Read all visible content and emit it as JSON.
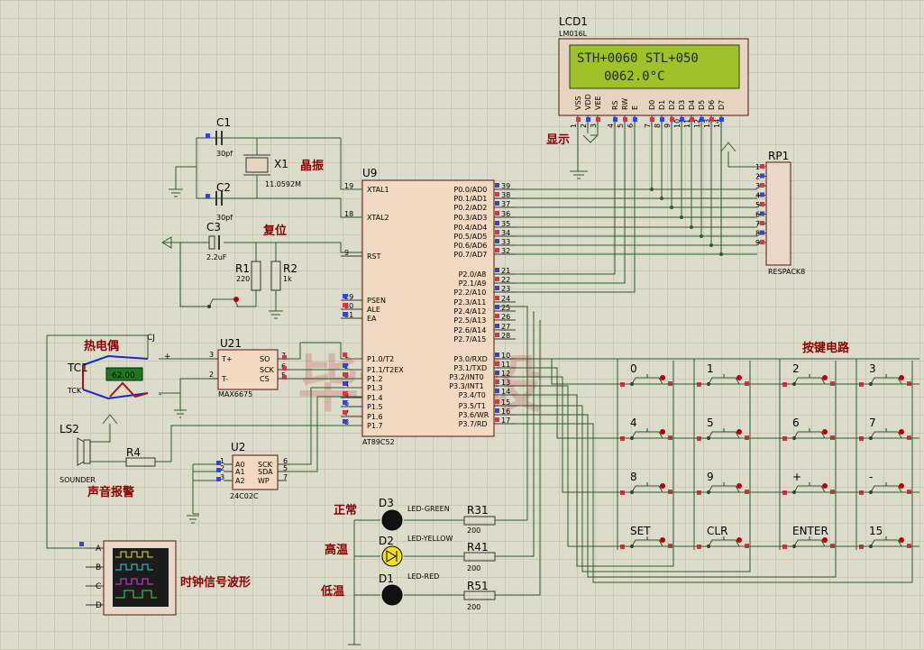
{
  "watermark": "毕设课设",
  "lcd": {
    "ref": "LCD1",
    "model": "LM016L",
    "line1": "STH+0060 STL+050",
    "line2": "0062.0°C",
    "pin_names": [
      "VSS",
      "VDD",
      "VEE",
      "RS",
      "RW",
      "E",
      "D0",
      "D1",
      "D2",
      "D3",
      "D4",
      "D5",
      "D6",
      "D7"
    ],
    "pin_nums": [
      "1",
      "2",
      "3",
      "4",
      "5",
      "6",
      "7",
      "8",
      "9",
      "10",
      "11",
      "12",
      "13",
      "14"
    ]
  },
  "labels": {
    "display": "显示",
    "crystal": "晶振",
    "reset": "复位",
    "thermocouple": "热电偶",
    "sound_alarm": "声音报警",
    "clock_wave": "时钟信号波形",
    "keypad": "按键电路",
    "normal": "正常",
    "high_temp": "高温",
    "low_temp": "低温"
  },
  "mcu": {
    "ref": "U9",
    "model": "AT89C52",
    "left_pins": [
      {
        "num": "19",
        "name": "XTAL1"
      },
      {
        "num": "18",
        "name": "XTAL2"
      },
      {
        "num": "9",
        "name": "RST"
      },
      {
        "num": "29",
        "name": "PSEN"
      },
      {
        "num": "30",
        "name": "ALE"
      },
      {
        "num": "31",
        "name": "EA"
      },
      {
        "num": "1",
        "name": "P1.0/T2"
      },
      {
        "num": "2",
        "name": "P1.1/T2EX"
      },
      {
        "num": "3",
        "name": "P1.2"
      },
      {
        "num": "4",
        "name": "P1.3"
      },
      {
        "num": "5",
        "name": "P1.4"
      },
      {
        "num": "6",
        "name": "P1.5"
      },
      {
        "num": "7",
        "name": "P1.6"
      },
      {
        "num": "8",
        "name": "P1.7"
      }
    ],
    "right_pins": [
      {
        "num": "39",
        "name": "P0.0/AD0"
      },
      {
        "num": "38",
        "name": "P0.1/AD1"
      },
      {
        "num": "37",
        "name": "P0.2/AD2"
      },
      {
        "num": "36",
        "name": "P0.3/AD3"
      },
      {
        "num": "35",
        "name": "P0.4/AD4"
      },
      {
        "num": "34",
        "name": "P0.5/AD5"
      },
      {
        "num": "33",
        "name": "P0.6/AD6"
      },
      {
        "num": "32",
        "name": "P0.7/AD7"
      },
      {
        "num": "21",
        "name": "P2.0/A8"
      },
      {
        "num": "22",
        "name": "P2.1/A9"
      },
      {
        "num": "23",
        "name": "P2.2/A10"
      },
      {
        "num": "24",
        "name": "P2.3/A11"
      },
      {
        "num": "25",
        "name": "P2.4/A12"
      },
      {
        "num": "26",
        "name": "P2.5/A13"
      },
      {
        "num": "27",
        "name": "P2.6/A14"
      },
      {
        "num": "28",
        "name": "P2.7/A15"
      },
      {
        "num": "10",
        "name": "P3.0/RXD"
      },
      {
        "num": "11",
        "name": "P3.1/TXD"
      },
      {
        "num": "12",
        "name": "P3.2/INT0"
      },
      {
        "num": "13",
        "name": "P3.3/INT1"
      },
      {
        "num": "14",
        "name": "P3.4/T0"
      },
      {
        "num": "15",
        "name": "P3.5/T1"
      },
      {
        "num": "16",
        "name": "P3.6/WR"
      },
      {
        "num": "17",
        "name": "P3.7/RD"
      }
    ]
  },
  "components": {
    "c1": {
      "ref": "C1",
      "value": "30pf"
    },
    "c2": {
      "ref": "C2",
      "value": "30pf"
    },
    "x1": {
      "ref": "X1",
      "value": "11.0592M"
    },
    "c3": {
      "ref": "C3",
      "value": "2.2uF"
    },
    "r1": {
      "ref": "R1",
      "value": "220"
    },
    "r2": {
      "ref": "R2",
      "value": "1k"
    },
    "rp1": {
      "ref": "RP1",
      "model": "RESPACK8",
      "pins": [
        "1",
        "2",
        "3",
        "4",
        "5",
        "6",
        "7",
        "8",
        "9"
      ]
    },
    "u21": {
      "ref": "U21",
      "model": "MAX6675",
      "pins": [
        "T+",
        "T-",
        "SO",
        "SCK",
        "CS"
      ],
      "nums": [
        "3",
        "2",
        "7",
        "6",
        "5"
      ]
    },
    "tc1": {
      "ref": "TC1",
      "type": "TCK",
      "reading": "62.00",
      "cj": "CJ"
    },
    "u2": {
      "ref": "U2",
      "model": "24C02C",
      "pins": [
        "A0",
        "A1",
        "A2",
        "SCK",
        "SDA",
        "WP"
      ],
      "nums": [
        "1",
        "2",
        "3",
        "6",
        "5",
        "7"
      ]
    },
    "ls2": {
      "ref": "LS2",
      "model": "SOUNDER"
    },
    "r4": {
      "ref": "R4"
    },
    "d3": {
      "ref": "D3",
      "model": "LED-GREEN"
    },
    "d2": {
      "ref": "D2",
      "model": "LED-YELLOW"
    },
    "d1": {
      "ref": "D1",
      "model": "LED-RED"
    },
    "r31": {
      "ref": "R31",
      "value": "200"
    },
    "r41": {
      "ref": "R41",
      "value": "200"
    },
    "r51": {
      "ref": "R51",
      "value": "200"
    },
    "scope": {
      "channels": [
        "A",
        "B",
        "C",
        "D"
      ]
    }
  },
  "keys": [
    "0",
    "1",
    "2",
    "3",
    "4",
    "5",
    "6",
    "7",
    "8",
    "9",
    "+",
    "-",
    "SET",
    "CLR",
    "ENTER",
    "15"
  ]
}
